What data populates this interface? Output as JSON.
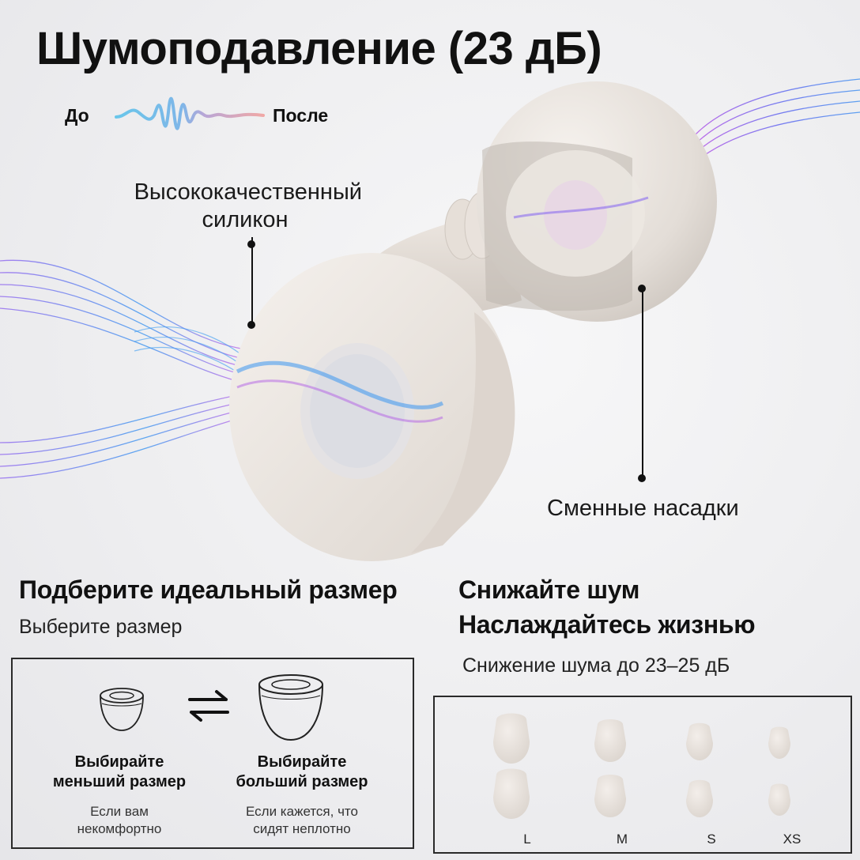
{
  "title": "Шумоподавление (23 дБ)",
  "wave": {
    "before": "До",
    "after": "После"
  },
  "callouts": {
    "material_line1": "Высококачественный",
    "material_line2": "силикон",
    "tips": "Сменные насадки"
  },
  "left_section": {
    "heading": "Подберите идеальный размер",
    "subheading": "Выберите размер",
    "smaller": {
      "label_line1": "Выбирайте",
      "label_line2": "меньший размер",
      "note_line1": "Если вам",
      "note_line2": "некомфортно"
    },
    "larger": {
      "label_line1": "Выбирайте",
      "label_line2": "больший размер",
      "note_line1": "Если кажется, что",
      "note_line2": "сидят неплотно"
    }
  },
  "right_section": {
    "heading_line1": "Снижайте шум",
    "heading_line2": "Наслаждайтесь жизнью",
    "subheading": "Снижение шума до 23–25 дБ",
    "sizes": [
      "L",
      "M",
      "S",
      "XS"
    ]
  },
  "icons": [
    "swap-arrows-icon",
    "ear-tip-small-icon",
    "ear-tip-large-icon"
  ]
}
